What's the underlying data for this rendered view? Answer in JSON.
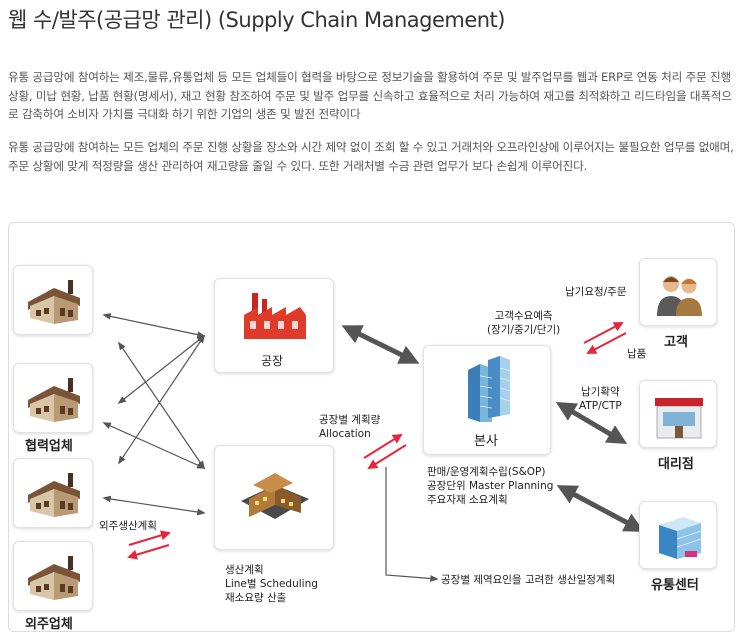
{
  "page": {
    "title": "웹 수/발주(공급망 관리) (Supply Chain Management)",
    "para1": "유통 공급망에 참여하는 제조,물류,유통업체 등 모든 업체들이 협력을 바탕으로 정보기술을 활용하여 주문 및 발주업무를 웹과 ERP로 연동 처리 주문 진행 상황, 미납 현황, 납품 현황(명세서), 재고 현황 참조하여 주문 및 발주 업무를 신속하고 효율적으로 처리 가능하여 재고를 최적화하고 리드타임을 대폭적으로 감축하여 소비자 가치를 극대화 하기 위한 기업의 생존 및 발전 전략이다",
    "para2": "유통 공급망에 참여하는 모든 업체의 주문 진행 상황을 장소와 시간 제약 없이 조회 할 수 있고 거래처와 오프라인상에 이루어지는 불필요한 업무를 없애며, 주문 상황에 맞게 적정량을 생산 관리하여 재고량을 줄일 수 있다. 또한 거래처별 수금 관련 업무가 보다 손쉽게 이루어진다."
  },
  "diagram": {
    "partner_label": "협력업체",
    "outsource_label": "외주업체",
    "outsource_plan": "외주생산계획",
    "factory_label": "공장",
    "production_text": [
      "생산계획",
      "Line별 Scheduling",
      "재소요량 산출"
    ],
    "allocation_text": [
      "공장별 계획량",
      "Allocation"
    ],
    "hq_label": "본사",
    "demand_text": [
      "고객수요예측",
      "(장기/중기/단기)"
    ],
    "sop_text": [
      "판매/운영계획수립(S&OP)",
      "공장단위 Master Planning",
      "주요자재 소요계획"
    ],
    "constraint_text": "공장별 제역요인을 고려한 생산일정계획",
    "customer_label": "고객",
    "delivery_request": "납기요청/주문",
    "delivery": "납품",
    "agency_label": "대리점",
    "atp_text": [
      "납기확약",
      "ATP/CTP"
    ],
    "distribution_label": "유통센터"
  },
  "colors": {
    "arrow_red": "#e8253a",
    "arrow_gray": "#555555",
    "building_brown": "#6b4a2e"
  }
}
